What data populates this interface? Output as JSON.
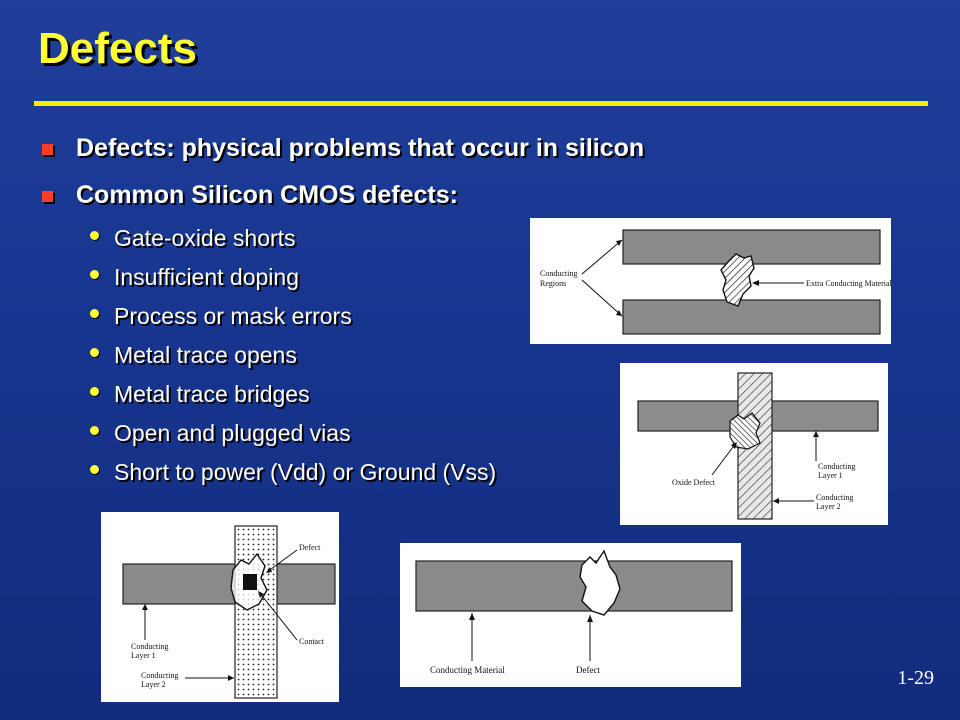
{
  "slide": {
    "title": "Defects",
    "number": "1-29"
  },
  "bullets": [
    "Defects: physical problems that occur in silicon",
    "Common Silicon CMOS defects:"
  ],
  "sub_bullets": [
    "Gate-oxide shorts",
    "Insufficient doping",
    "Process or mask errors",
    "Metal trace opens",
    "Metal trace bridges",
    "Open and plugged vias",
    "Short to power (Vdd) or Ground (Vss)"
  ],
  "figures": {
    "fig1": {
      "label_left_1": "Conducting",
      "label_left_2": "Regions",
      "label_right": "Extra Conducting Material"
    },
    "fig2": {
      "label_oxide": "Oxide Defect",
      "label_layer1_1": "Conducting",
      "label_layer1_2": "Layer 1",
      "label_layer2_1": "Conducting",
      "label_layer2_2": "Layer 2"
    },
    "fig3": {
      "label_defect": "Defect",
      "label_contact": "Contact",
      "label_layer1_1": "Conducting",
      "label_layer1_2": "Layer 1",
      "label_layer2_1": "Conducting",
      "label_layer2_2": "Layer 2"
    },
    "fig4": {
      "label_material": "Conducting Material",
      "label_defect": "Defect"
    }
  }
}
